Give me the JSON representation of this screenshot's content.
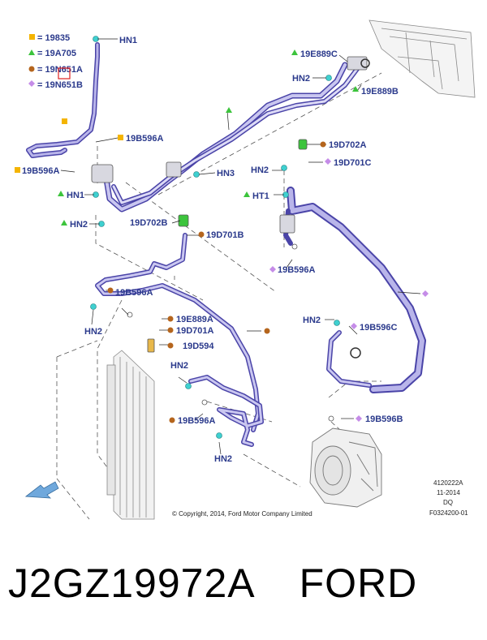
{
  "legend": [
    {
      "symbol": "square",
      "text": "= 19835"
    },
    {
      "symbol": "triangle",
      "text": "= 19A705"
    },
    {
      "symbol": "circle",
      "text": "= 19N651A"
    },
    {
      "symbol": "diamond",
      "text": "= 19N651B"
    }
  ],
  "labels": {
    "hn1_top": "HN1",
    "b596a_1": "19B596A",
    "b596a_2": "19B596A",
    "hn1_left": "HN1",
    "hn2_left": "HN2",
    "hn3": "HN3",
    "d702b": "19D702B",
    "d701b": "19D701B",
    "e889c": "19E889C",
    "hn2_top": "HN2",
    "e889b": "19E889B",
    "d702a": "19D702A",
    "hn2_mid": "HN2",
    "d701c": "19D701C",
    "ht1": "HT1",
    "b596a_3": "19B596A",
    "b596a_4": "19B596A",
    "hn2_low_left": "HN2",
    "e889a": "19E889A",
    "d701a": "19D701A",
    "d594": "19D594",
    "hn2_right": "HN2",
    "b596c": "19B596C",
    "hn2_lower": "HN2",
    "b596a_5": "19B596A",
    "b596b": "19B596B",
    "hn2_bottom": "HN2"
  },
  "footer": {
    "ref_code": "4120222A",
    "date": "11-2014",
    "initials": "DQ",
    "figure_id": "F0324200-01",
    "copyright": "© Copyright, 2014, Ford Motor Company Limited"
  },
  "caption": {
    "part_number": "J2GZ19972A",
    "brand": "FORD"
  },
  "colors": {
    "hose": "#6a64c8",
    "hose_light": "#b9b5ea",
    "label": "#2b3a8c",
    "square": "#f4b400",
    "triangle": "#3cc43c",
    "circle": "#b5651d",
    "diamond": "#c58ce8",
    "callout": "#e02020"
  }
}
